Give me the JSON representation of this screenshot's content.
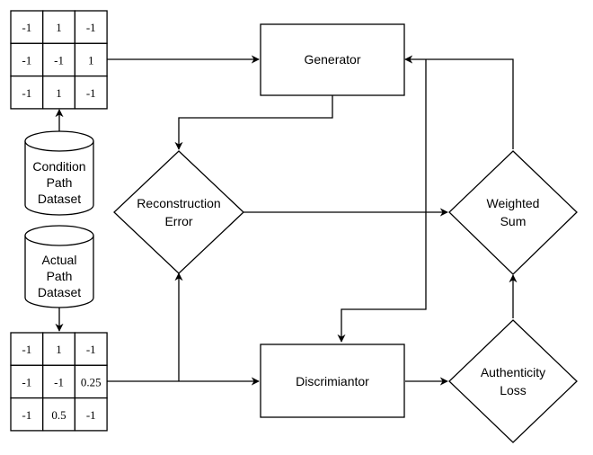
{
  "nodes": {
    "generator": "Generator",
    "discriminator": "Discrimiantor",
    "reconstruction_error": [
      "Reconstruction",
      "Error"
    ],
    "weighted_sum": [
      "Weighted",
      "Sum"
    ],
    "authenticity_loss": [
      "Authenticity",
      "Loss"
    ],
    "condition_dataset": [
      "Condition",
      "Path",
      "Dataset"
    ],
    "actual_dataset": [
      "Actual",
      "Path",
      "Dataset"
    ]
  },
  "matrices": {
    "condition": [
      [
        "-1",
        "1",
        "-1"
      ],
      [
        "-1",
        "-1",
        "1"
      ],
      [
        "-1",
        "1",
        "-1"
      ]
    ],
    "actual": [
      [
        "-1",
        "1",
        "-1"
      ],
      [
        "-1",
        "-1",
        "0.25"
      ],
      [
        "-1",
        "0.5",
        "-1"
      ]
    ]
  }
}
